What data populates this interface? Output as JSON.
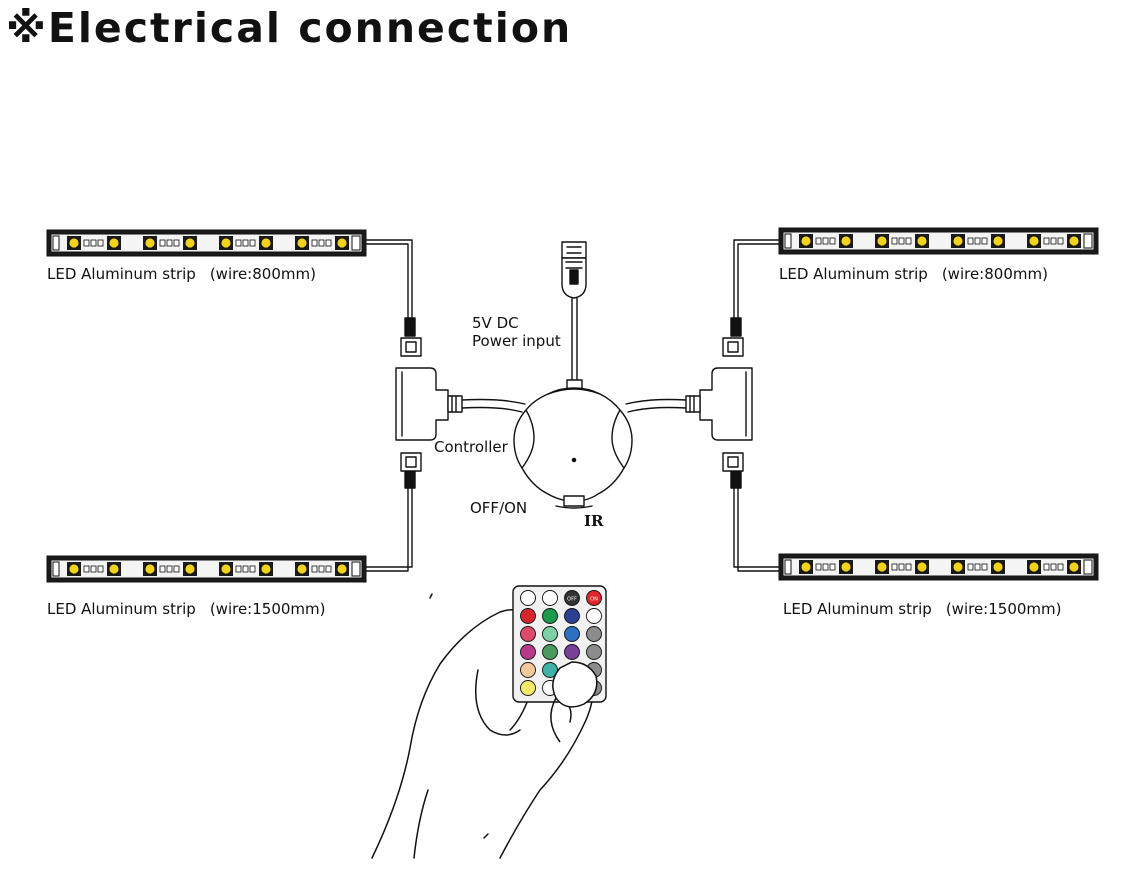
{
  "title": "※Electrical connection",
  "strips": {
    "top_left": {
      "name": "LED Aluminum strip",
      "wire": "(wire:800mm)"
    },
    "top_right": {
      "name": "LED Aluminum strip",
      "wire": "(wire:800mm)"
    },
    "bottom_left": {
      "name": "LED Aluminum strip",
      "wire": "(wire:1500mm)"
    },
    "bottom_right": {
      "name": "LED Aluminum strip",
      "wire": "(wire:1500mm)"
    }
  },
  "power": {
    "line1": "5V DC",
    "line2": "Power input"
  },
  "controller": {
    "label": "Controller",
    "switch_label": "OFF/ON",
    "ir_label": "IR"
  },
  "remote": {
    "button_colors": [
      [
        "#ffffff",
        "#ffffff",
        "#333333",
        "#e0262b"
      ],
      [
        "#d6252b",
        "#1a9a4a",
        "#2b3f93",
        "#ffffff"
      ],
      [
        "#e04a6a",
        "#7fd0a6",
        "#2a6fc0",
        "#8c8c8c"
      ],
      [
        "#b83b8a",
        "#4a9a5e",
        "#7a3f98",
        "#8c8c8c"
      ],
      [
        "#f3c89a",
        "#3fb2a7",
        "#f2d33a",
        "#8c8c8c"
      ],
      [
        "#f6e96a",
        "#ffffff",
        "#ffffff",
        "#8c8c8c"
      ]
    ],
    "button_texts": [
      "OFF",
      "ON"
    ]
  },
  "colors": {
    "ink": "#111111",
    "led_yellow": "#f2d21a",
    "strip_fill": "#1a1a1a"
  }
}
